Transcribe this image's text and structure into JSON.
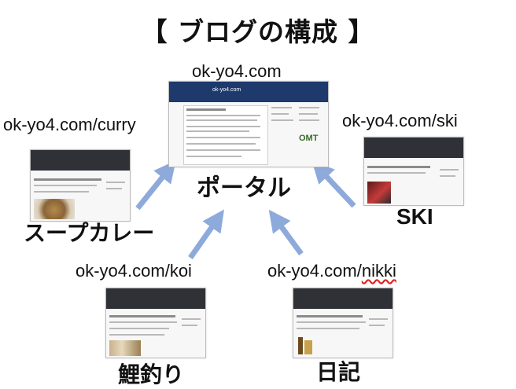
{
  "title": "【 ブログの構成 】",
  "nodes": {
    "portal": {
      "url": "ok-yo4.com",
      "label": "ポータル",
      "header_text": "ok-yo4.com",
      "logo_text": "OMT"
    },
    "curry": {
      "url": "ok-yo4.com/curry",
      "label": "スープカレー"
    },
    "ski": {
      "url": "ok-yo4.com/ski",
      "label": "SKI"
    },
    "koi": {
      "url": "ok-yo4.com/koi",
      "label": "鯉釣り"
    },
    "nikki": {
      "url_prefix": "ok-yo4.com/",
      "url_word": "nikki",
      "label": "日記"
    }
  },
  "colors": {
    "arrow": "#8eaadb",
    "header_dark": "#2f3136",
    "header_blue": "#1e3a6d"
  }
}
